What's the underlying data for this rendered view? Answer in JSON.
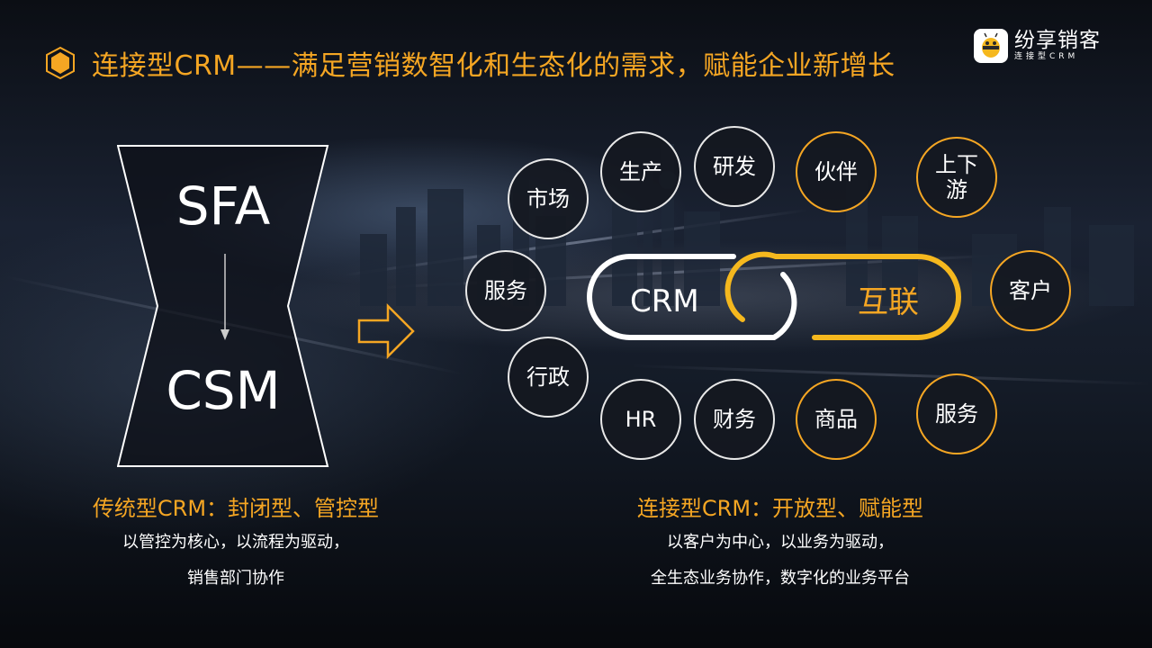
{
  "title": "连接型CRM——满足营销数智化和生态化的需求，赋能企业新增长",
  "logo": {
    "name": "纷享销客",
    "tagline": "连接型CRM",
    "icon": "bee-mascot-icon"
  },
  "hourglass": {
    "top_label": "SFA",
    "bottom_label": "CSM"
  },
  "left_caption": {
    "title": "传统型CRM：封闭型、管控型",
    "line1": "以管控为核心，以流程为驱动，",
    "line2": "销售部门协作"
  },
  "right_caption": {
    "title": "连接型CRM：开放型、赋能型",
    "line1": "以客户为中心，以业务为驱动，",
    "line2": "全生态业务协作，数字化的业务平台"
  },
  "center": {
    "crm": "CRM",
    "hulian": "互联"
  },
  "internal_nodes": [
    "市场",
    "生产",
    "研发",
    "服务",
    "行政",
    "HR",
    "财务"
  ],
  "external_nodes": [
    "伙伴",
    "上下\n游",
    "客户",
    "商品",
    "服务"
  ],
  "colors": {
    "accent": "#f5a623",
    "white": "#ffffff",
    "background": "#0d1118"
  }
}
